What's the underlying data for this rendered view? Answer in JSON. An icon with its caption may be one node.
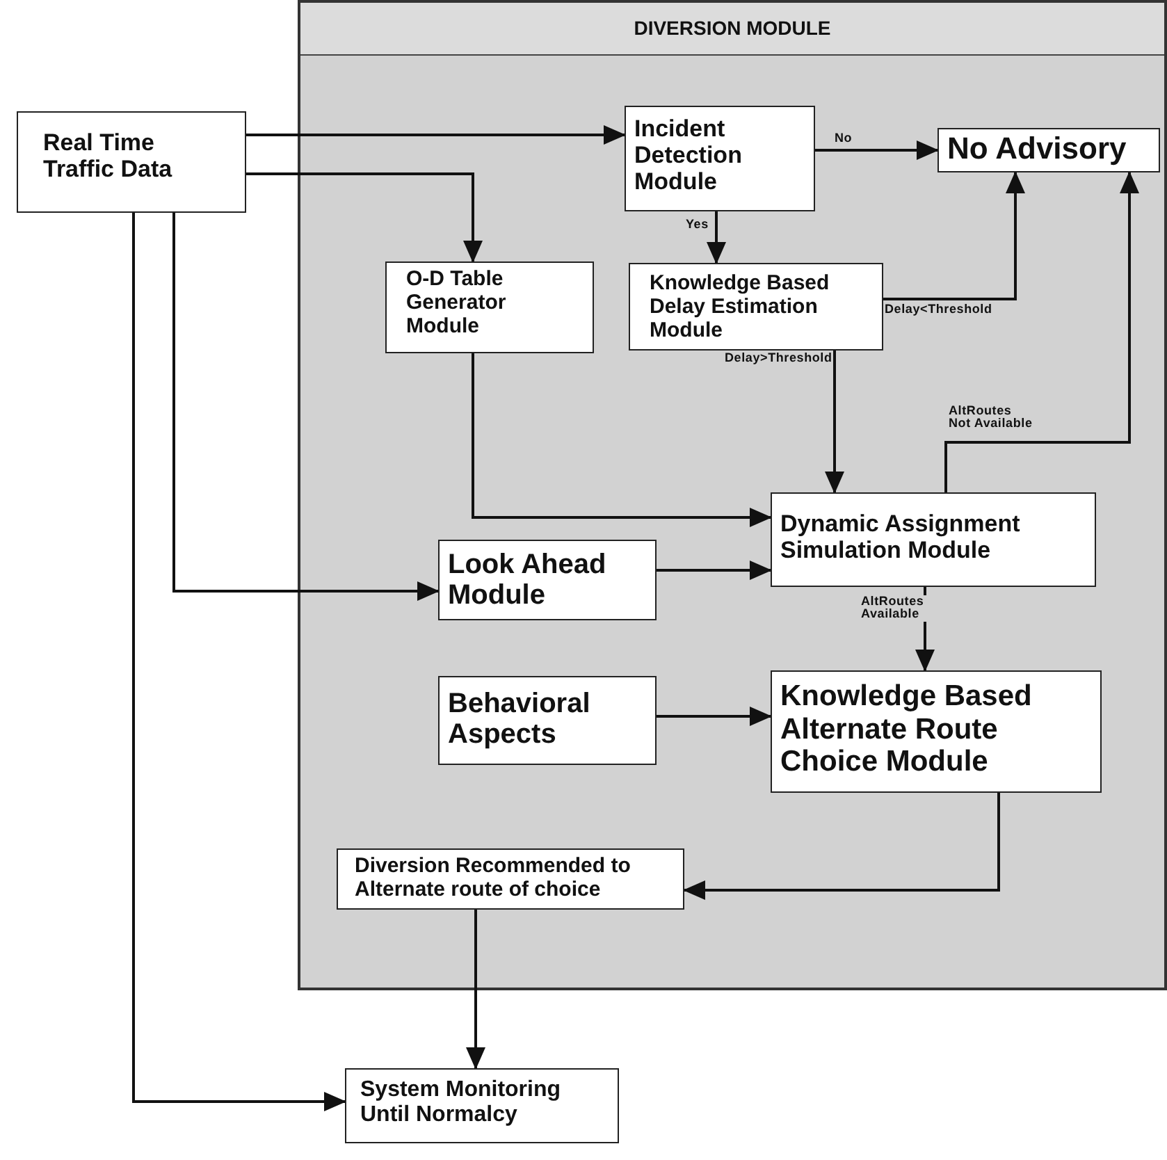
{
  "diagram": {
    "nodes": [
      {
        "text": [
          "DIVERSION MODULE"
        ]
      },
      {
        "text": [
          "Real Time Traffic Data"
        ]
      },
      {
        "text": [
          "Incident Detection Module"
        ],
        "in": 0
      },
      {
        "text": [
          "No Advisory"
        ],
        "in": 0
      },
      {
        "text": [
          "O-D Table Generator Module"
        ],
        "in": 0
      },
      {
        "text": [
          "Knowledge Based Delay Estimation Module"
        ],
        "in": 0
      },
      {
        "text": [
          "Dynamic Assignment Simulation Module"
        ],
        "in": 0
      },
      {
        "text": [
          "Look Ahead Module"
        ],
        "in": 0
      },
      {
        "text": [
          "Behavioral Aspects"
        ],
        "in": 0
      },
      {
        "text": [
          "Knowledge Based Alternate Route Choice Module"
        ],
        "in": 0
      },
      {
        "text": [
          "Diversion Recommended to Alternate route of choice"
        ],
        "in": 0
      },
      {
        "text": [
          "System Monitoring Until Normalcy"
        ]
      }
    ],
    "edges": [
      {
        "from": 1,
        "to": 2,
        "arrow": "to"
      },
      {
        "from": 1,
        "to": 4,
        "arrow": "to"
      },
      {
        "from": 1,
        "to": 7,
        "arrow": "to"
      },
      {
        "from": 1,
        "to": 11,
        "arrow": "to"
      },
      {
        "from": 2,
        "to": 3,
        "arrow": "to",
        "label": "No"
      },
      {
        "from": 2,
        "to": 5,
        "arrow": "to",
        "label": "Yes"
      },
      {
        "from": 5,
        "to": 3,
        "arrow": "to",
        "label": "Delay<Threshold"
      },
      {
        "from": 5,
        "to": 6,
        "arrow": "to",
        "label": "Delay>Threshold"
      },
      {
        "from": 4,
        "to": 6,
        "arrow": "to"
      },
      {
        "from": 6,
        "to": 3,
        "arrow": "to",
        "label": "AltRoutes Not Available"
      },
      {
        "from": 7,
        "to": 6,
        "arrow": "to"
      },
      {
        "from": 6,
        "to": 9,
        "arrow": "to",
        "label": "AltRoutes Available"
      },
      {
        "from": 8,
        "to": 9,
        "arrow": "to"
      },
      {
        "from": 9,
        "to": 10,
        "arrow": "to"
      },
      {
        "from": 10,
        "to": 11,
        "arrow": "to"
      }
    ]
  }
}
